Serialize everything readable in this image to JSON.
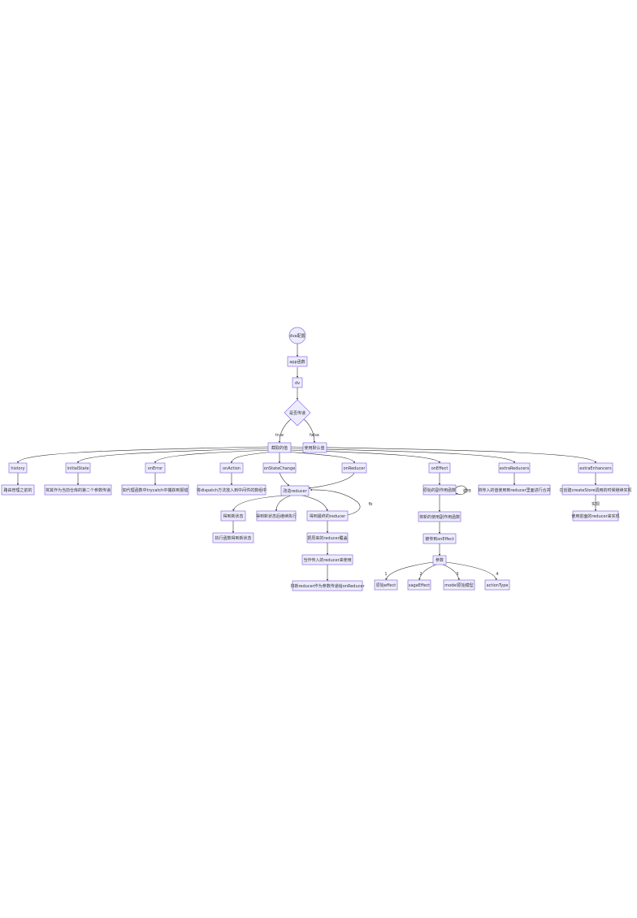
{
  "nodes": {
    "start": "dva配置",
    "app": "app函数",
    "dv": "dv",
    "check": "是否传递",
    "getval": "截取的值",
    "defval": "使用默认值",
    "history": "history",
    "initialState": "initialState",
    "onError": "onError",
    "onAction": "onAction",
    "onStateChange": "onStateChange",
    "onReducer": "onReducer",
    "onEffect": "onEffect",
    "extraReducers": "extraReducers",
    "extraEnhancers": "extraEnhancers",
    "h_desc": "路由管理之前的",
    "i_desc": "将其作为当前仓库的第二个参数传递",
    "e_desc": "如代理函数中trycatch中捕获到报错",
    "a_desc": "将dispatch方法放入到中间件的数组中",
    "r_main": "改造reducer",
    "r1": "得到新状态",
    "r1b": "执行函数得到新状态",
    "r2": "得到新状态后继续执行",
    "r3": "得到最终的reducer",
    "r4": "把原来的reducer覆盖",
    "r5": "当作传入的reducer来使用",
    "r6": "将新reducer作为参数传递给onReducer",
    "ef1": "原始的副作用函数",
    "ef2": "将新的使用副作用函数",
    "ef3": "被传到onEffect",
    "ef4": "参数",
    "p1": "原始effect",
    "p2": "sagaEffect",
    "p3": "model原始模型",
    "p4": "actionType",
    "xr_desc": "将传入的值使用到reducer里面进行合并",
    "xe_desc": "在创建createStore调用的时候继续实现",
    "xe2": "使用前面的reducer来实现"
  },
  "edge_labels": {
    "true": "true",
    "false": "false",
    "loop": "循环",
    "fb": "fb",
    "impl": "实现",
    "n1": "1",
    "n2": "2",
    "n3": "3",
    "n4": "4"
  },
  "colors": {
    "node_fill": "#ececff",
    "node_stroke": "#9370db",
    "line": "#333333",
    "text": "#333333"
  }
}
